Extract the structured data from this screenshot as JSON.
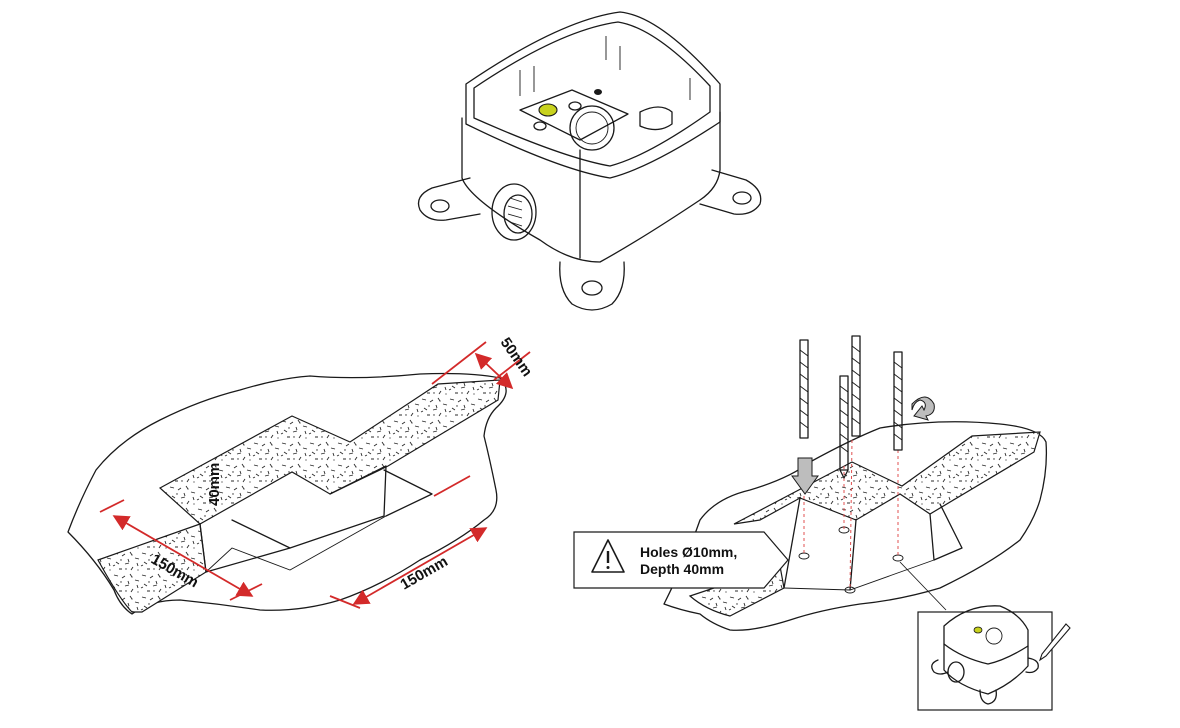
{
  "dimensions": {
    "depth_top": "50mm",
    "depth_side": "40mm",
    "length_front": "150mm",
    "length_right": "150mm"
  },
  "warning": {
    "line1": "Holes Ø10mm,",
    "line2": "Depth 40mm",
    "icon": "warning-triangle-icon"
  },
  "colors": {
    "dimension_accent": "#d32a2a",
    "port_highlight": "#c8d21e",
    "line": "#1a1a1a"
  }
}
